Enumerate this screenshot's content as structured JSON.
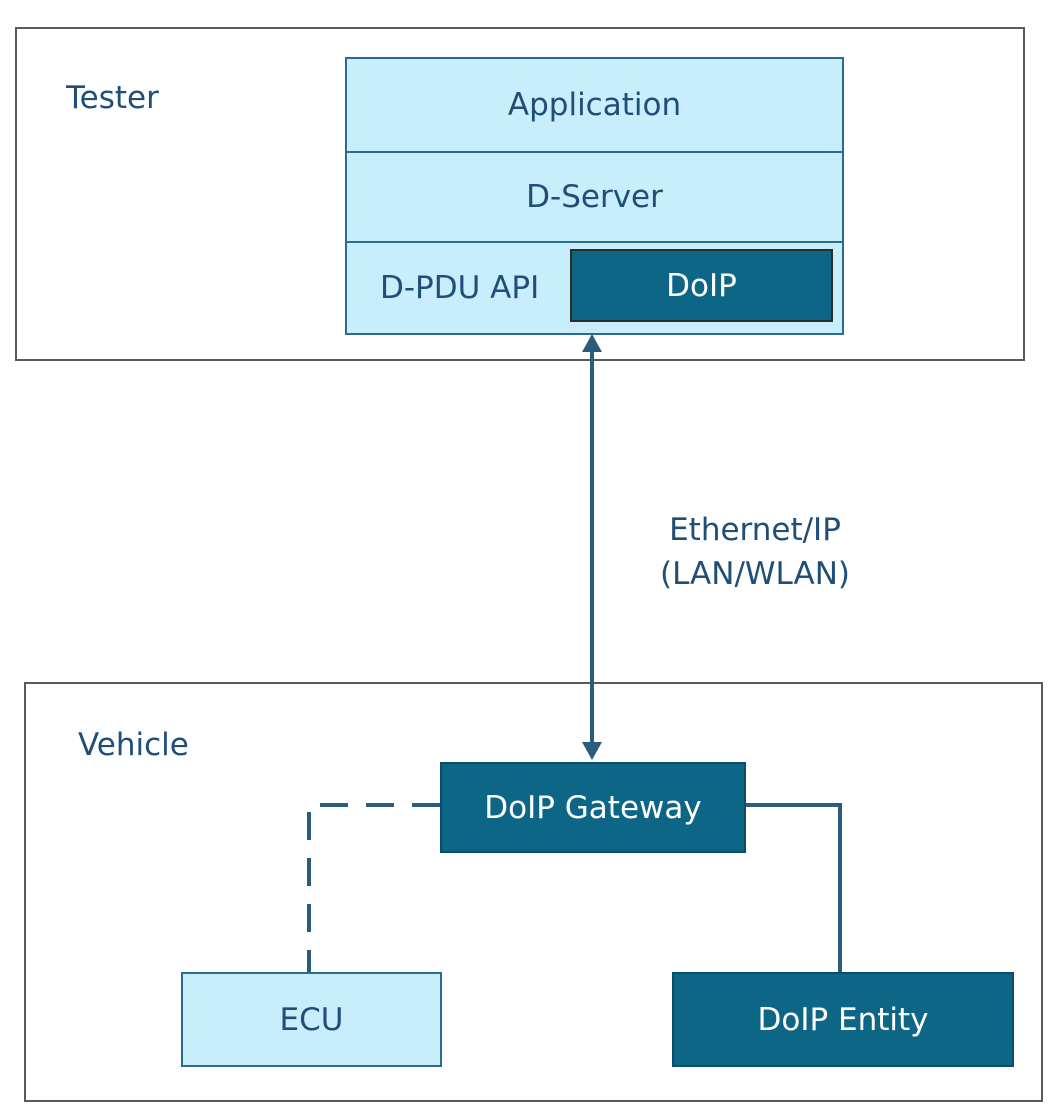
{
  "tester": {
    "label": "Tester",
    "stack": {
      "application": "Application",
      "d_server": "D-Server",
      "d_pdu_api": "D-PDU API",
      "doip": "DoIP"
    }
  },
  "link": {
    "line1": "Ethernet/IP",
    "line2": "(LAN/WLAN)"
  },
  "vehicle": {
    "label": "Vehicle",
    "gateway": "DoIP Gateway",
    "ecu": "ECU",
    "entity": "DoIP Entity"
  },
  "colors": {
    "light_fill": "#c8eefc",
    "dark_fill": "#0e6686",
    "text": "#1f4e79",
    "connector": "#2a5c7e",
    "frame_border": "#5a5a5a"
  }
}
